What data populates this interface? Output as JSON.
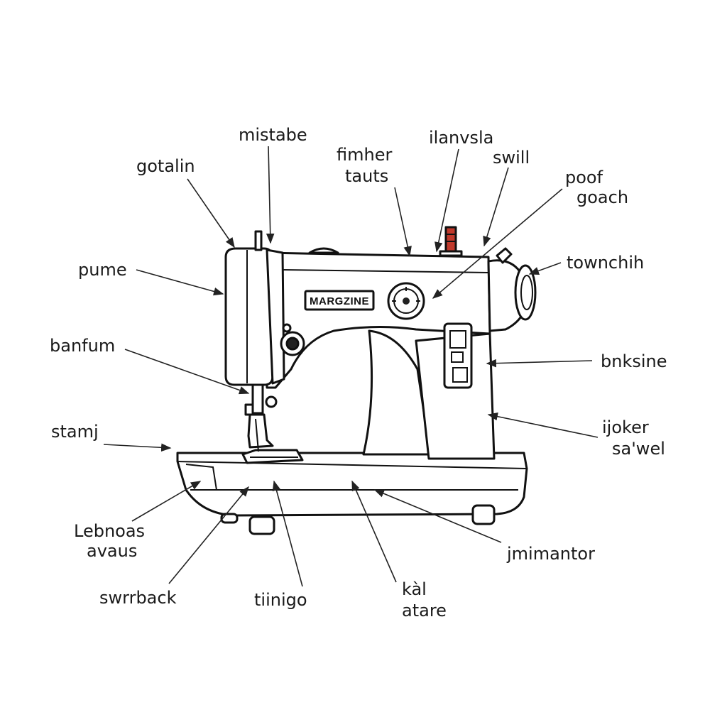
{
  "machine": {
    "nameplate": "MARGZINE",
    "spool_color": "#c0392b"
  },
  "labels": [
    {
      "id": "mistabe",
      "lines": [
        "mistabe"
      ]
    },
    {
      "id": "gotalin",
      "lines": [
        "gotalin"
      ]
    },
    {
      "id": "fimher-tauts",
      "lines": [
        "fimher",
        "tauts"
      ]
    },
    {
      "id": "ilanvsla",
      "lines": [
        "ilanvsla"
      ]
    },
    {
      "id": "swill",
      "lines": [
        "swill"
      ]
    },
    {
      "id": "poof-goach",
      "lines": [
        "poof",
        "goach"
      ]
    },
    {
      "id": "pume",
      "lines": [
        "pume"
      ]
    },
    {
      "id": "townchih",
      "lines": [
        "townchih"
      ]
    },
    {
      "id": "banfum",
      "lines": [
        "banfum"
      ]
    },
    {
      "id": "bnksine",
      "lines": [
        "bnksine"
      ]
    },
    {
      "id": "stamj",
      "lines": [
        "stamj"
      ]
    },
    {
      "id": "ijoker-saawel",
      "lines": [
        "ijoker",
        "sa'wel"
      ]
    },
    {
      "id": "lebnoas-avaus",
      "lines": [
        "Lebnoas",
        "avaus"
      ]
    },
    {
      "id": "jmimantor",
      "lines": [
        "jmimantor"
      ]
    },
    {
      "id": "swrrback",
      "lines": [
        "swrrback"
      ]
    },
    {
      "id": "tiinigo",
      "lines": [
        "tiinigo"
      ]
    },
    {
      "id": "kal-atare",
      "lines": [
        "kàl",
        "atare"
      ]
    }
  ]
}
